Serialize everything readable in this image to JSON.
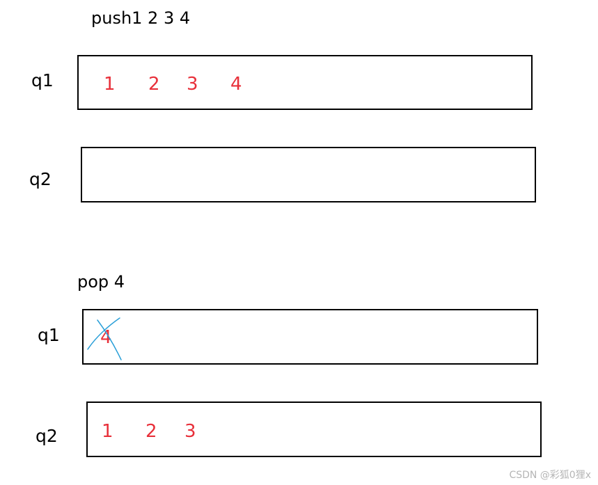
{
  "colors": {
    "item_text": "#e8303a",
    "strike_mark": "#2a9fd8",
    "box_border": "#000000",
    "watermark": "#b5b5b5"
  },
  "push_section": {
    "title": "push1 2 3 4",
    "q1": {
      "label": "q1",
      "items": [
        "1",
        "2",
        "3",
        "4"
      ]
    },
    "q2": {
      "label": "q2",
      "items": []
    }
  },
  "pop_section": {
    "title": "pop 4",
    "q1": {
      "label": "q1",
      "items": [
        "4"
      ],
      "struck_item": "4"
    },
    "q2": {
      "label": "q2",
      "items": [
        "1",
        "2",
        "3"
      ]
    }
  },
  "watermark": "CSDN @彩狐0狸x"
}
